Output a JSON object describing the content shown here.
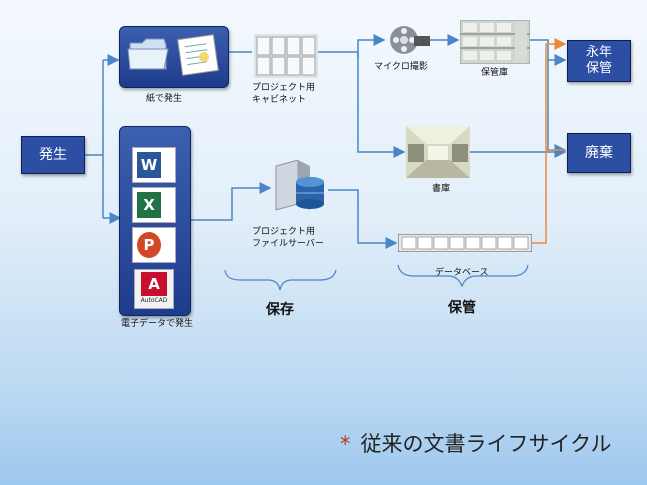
{
  "start": {
    "label": "発生"
  },
  "paper": {
    "label": "紙で発生"
  },
  "cabinet": {
    "label_line1": "プロジェクト用",
    "label_line2": "キャビネット"
  },
  "microfilm": {
    "label": "マイクロ撮影"
  },
  "storage_room": {
    "label": "保管庫"
  },
  "library": {
    "label": "書庫"
  },
  "digital": {
    "label": "電子データで発生"
  },
  "file_server": {
    "label_line1": "プロジェクト用",
    "label_line2": "ファイルサーバー"
  },
  "database": {
    "label": "データベース"
  },
  "end_permanent": {
    "line1": "永年",
    "line2": "保管"
  },
  "end_dispose": {
    "label": "廃棄"
  },
  "stages": {
    "save": "保存",
    "store": "保管"
  },
  "title": {
    "star": "*",
    "text": "従来の文書ライフサイクル"
  },
  "icons": {
    "word": "W",
    "excel": "X",
    "powerpoint": "P",
    "autocad": "A",
    "autocad_sub": "AutoCAD"
  },
  "colors": {
    "box": "#2d4fa3",
    "connector": "#4a86c8",
    "orange_line": "#e98a3a"
  }
}
